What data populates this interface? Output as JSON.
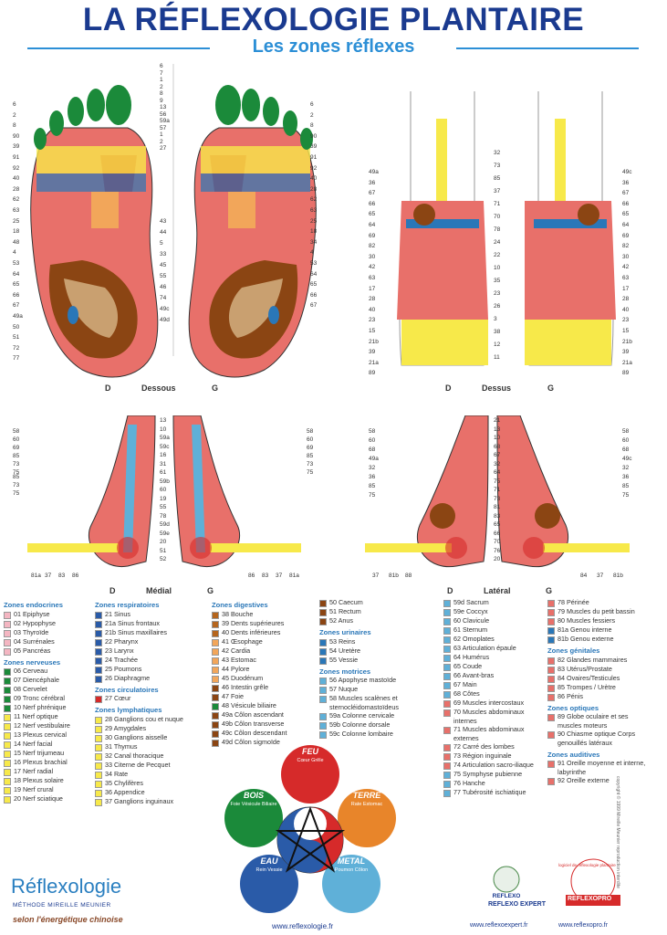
{
  "header": {
    "title": "LA RÉFLEXOLOGIE PLANTAIRE",
    "subtitle": "Les zones réflexes"
  },
  "views": {
    "dessous": {
      "label": "Dessous",
      "d": "D",
      "g": "G"
    },
    "dessus": {
      "label": "Dessus",
      "d": "D",
      "g": "G"
    },
    "medial": {
      "label": "Médial",
      "d": "D",
      "g": "G"
    },
    "lateral": {
      "label": "Latéral",
      "d": "D",
      "g": "G"
    }
  },
  "numbers": {
    "dessous_top": [
      "6",
      "7",
      "1",
      "2",
      "8",
      "9",
      "13",
      "56",
      "59a",
      "57",
      "1",
      "2",
      "27"
    ],
    "dessous_left": [
      "6",
      "2",
      "8",
      "90",
      "39",
      "91",
      "92",
      "40",
      "28",
      "62",
      "63",
      "25",
      "18",
      "48",
      "4",
      "53",
      "64",
      "65",
      "66",
      "67",
      "49a",
      "50",
      "51",
      "72",
      "77"
    ],
    "dessous_right": [
      "6",
      "2",
      "8",
      "90",
      "39",
      "91",
      "92",
      "40",
      "28",
      "62",
      "63",
      "25",
      "18",
      "34",
      "4",
      "53",
      "64",
      "65",
      "66",
      "67"
    ],
    "dessous_mid": [
      "43",
      "44",
      "5",
      "33",
      "45",
      "55",
      "46",
      "74",
      "49c",
      "49d"
    ],
    "dessus_mid": [
      "32",
      "73",
      "85",
      "37",
      "71",
      "70",
      "78",
      "24",
      "22",
      "10",
      "35",
      "23",
      "26",
      "3",
      "38",
      "12",
      "11"
    ],
    "dessus_left": [
      "49a",
      "36",
      "67",
      "66",
      "65",
      "64",
      "69",
      "82",
      "30",
      "42",
      "63",
      "17",
      "28",
      "40",
      "23",
      "15",
      "21b",
      "39",
      "21a",
      "89"
    ],
    "dessus_right": [
      "49c",
      "36",
      "67",
      "66",
      "65",
      "64",
      "69",
      "82",
      "30",
      "42",
      "63",
      "17",
      "28",
      "40",
      "23",
      "15",
      "21b",
      "39",
      "21a",
      "89"
    ],
    "medial_mid": [
      "13",
      "10",
      "59a",
      "59c",
      "16",
      "31",
      "61",
      "59b",
      "60",
      "19",
      "55",
      "78",
      "59d",
      "59e",
      "20",
      "51",
      "52"
    ],
    "medial_left": [
      "58",
      "60",
      "69",
      "85",
      "73",
      "75"
    ],
    "medial_right": [
      "58",
      "60",
      "69",
      "85",
      "73",
      "75"
    ],
    "medial_bottom_left": [
      "81a",
      "37",
      "83",
      "86"
    ],
    "medial_bottom_right": [
      "86",
      "83",
      "37",
      "81a"
    ],
    "lateral_mid": [
      "21",
      "13",
      "10",
      "68",
      "67",
      "32",
      "64",
      "75",
      "71",
      "73",
      "81",
      "83",
      "65",
      "66",
      "70",
      "76",
      "20"
    ],
    "lateral_left": [
      "58",
      "60",
      "68",
      "49a",
      "32",
      "36",
      "85",
      "75"
    ],
    "lateral_right": [
      "58",
      "60",
      "68",
      "49c",
      "32",
      "36",
      "85",
      "75"
    ],
    "lateral_bottom_left": [
      "37",
      "81b",
      "88"
    ],
    "lateral_bottom_right": [
      "84",
      "37",
      "81b"
    ]
  },
  "legend": {
    "col1": {
      "sections": [
        {
          "title": "Zones endocrines",
          "items": [
            {
              "num": "01",
              "label": "Epiphyse",
              "color": "#f4b6c2"
            },
            {
              "num": "02",
              "label": "Hypophyse",
              "color": "#f4b6c2"
            },
            {
              "num": "03",
              "label": "Thyroïde",
              "color": "#f4b6c2"
            },
            {
              "num": "04",
              "label": "Surrénales",
              "color": "#f4b6c2"
            },
            {
              "num": "05",
              "label": "Pancréas",
              "color": "#f4b6c2"
            }
          ]
        },
        {
          "title": "Zones nerveuses",
          "items": [
            {
              "num": "06",
              "label": "Cerveau",
              "color": "#1b8a3a"
            },
            {
              "num": "07",
              "label": "Diencéphale",
              "color": "#1b8a3a"
            },
            {
              "num": "08",
              "label": "Cervelet",
              "color": "#1b8a3a"
            },
            {
              "num": "09",
              "label": "Tronc cérébral",
              "color": "#1b8a3a"
            },
            {
              "num": "10",
              "label": "Nerf phrénique",
              "color": "#1b8a3a"
            },
            {
              "num": "11",
              "label": "Nerf optique",
              "color": "#f7e94a"
            },
            {
              "num": "12",
              "label": "Nerf vestibulaire",
              "color": "#f7e94a"
            },
            {
              "num": "13",
              "label": "Plexus cervical",
              "color": "#f7e94a"
            },
            {
              "num": "14",
              "label": "Nerf facial",
              "color": "#f7e94a"
            },
            {
              "num": "15",
              "label": "Nerf trijumeau",
              "color": "#f7e94a"
            },
            {
              "num": "16",
              "label": "Plexus brachial",
              "color": "#f7e94a"
            },
            {
              "num": "17",
              "label": "Nerf radial",
              "color": "#f7e94a"
            },
            {
              "num": "18",
              "label": "Plexus solaire",
              "color": "#f7e94a"
            },
            {
              "num": "19",
              "label": "Nerf crural",
              "color": "#f7e94a"
            },
            {
              "num": "20",
              "label": "Nerf sciatique",
              "color": "#f7e94a"
            }
          ]
        }
      ]
    },
    "col2": {
      "sections": [
        {
          "title": "Zones respiratoires",
          "items": [
            {
              "num": "21",
              "label": "Sinus",
              "color": "#2a5ba8"
            },
            {
              "num": "21a",
              "label": "Sinus frontaux",
              "color": "#2a5ba8"
            },
            {
              "num": "21b",
              "label": "Sinus maxillaires",
              "color": "#2a5ba8"
            },
            {
              "num": "22",
              "label": "Pharynx",
              "color": "#2a5ba8"
            },
            {
              "num": "23",
              "label": "Larynx",
              "color": "#2a5ba8"
            },
            {
              "num": "24",
              "label": "Trachée",
              "color": "#2a5ba8"
            },
            {
              "num": "25",
              "label": "Poumons",
              "color": "#2a5ba8"
            },
            {
              "num": "26",
              "label": "Diaphragme",
              "color": "#2a5ba8"
            }
          ]
        },
        {
          "title": "Zones circulatoires",
          "items": [
            {
              "num": "27",
              "label": "Cœur",
              "color": "#d62a2a"
            }
          ]
        },
        {
          "title": "Zones lymphatiques",
          "items": [
            {
              "num": "28",
              "label": "Ganglions cou et nuque",
              "color": "#f7e94a"
            },
            {
              "num": "29",
              "label": "Amygdales",
              "color": "#f7e94a"
            },
            {
              "num": "30",
              "label": "Ganglions aisselle",
              "color": "#f7e94a"
            },
            {
              "num": "31",
              "label": "Thymus",
              "color": "#f7e94a"
            },
            {
              "num": "32",
              "label": "Canal thoracique",
              "color": "#f7e94a"
            },
            {
              "num": "33",
              "label": "Citerne de Pecquet",
              "color": "#f7e94a"
            },
            {
              "num": "34",
              "label": "Rate",
              "color": "#f7e94a"
            },
            {
              "num": "35",
              "label": "Chylifères",
              "color": "#f7e94a"
            },
            {
              "num": "36",
              "label": "Appendice",
              "color": "#f7e94a"
            },
            {
              "num": "37",
              "label": "Ganglions inguinaux",
              "color": "#f7e94a"
            }
          ]
        }
      ]
    },
    "col3": {
      "sections": [
        {
          "title": "Zones digestives",
          "items": [
            {
              "num": "38",
              "label": "Bouche",
              "color": "#b5651d"
            },
            {
              "num": "39",
              "label": "Dents supérieures",
              "color": "#b5651d"
            },
            {
              "num": "40",
              "label": "Dents inférieures",
              "color": "#b5651d"
            },
            {
              "num": "41",
              "label": "Œsophage",
              "color": "#f2a65a"
            },
            {
              "num": "42",
              "label": "Cardia",
              "color": "#f2a65a"
            },
            {
              "num": "43",
              "label": "Estomac",
              "color": "#f2a65a"
            },
            {
              "num": "44",
              "label": "Pylore",
              "color": "#f2a65a"
            },
            {
              "num": "45",
              "label": "Duodénum",
              "color": "#f2a65a"
            },
            {
              "num": "46",
              "label": "Intestin grêle",
              "color": "#8b4513"
            },
            {
              "num": "47",
              "label": "Foie",
              "color": "#8b4513"
            },
            {
              "num": "48",
              "label": "Vésicule biliaire",
              "color": "#1b8a3a"
            },
            {
              "num": "49a",
              "label": "Côlon ascendant",
              "color": "#8b4513"
            },
            {
              "num": "49b",
              "label": "Côlon transverse",
              "color": "#8b4513"
            },
            {
              "num": "49c",
              "label": "Côlon descendant",
              "color": "#8b4513"
            },
            {
              "num": "49d",
              "label": "Côlon sigmoïde",
              "color": "#8b4513"
            }
          ]
        }
      ]
    },
    "col4": {
      "sections": [
        {
          "title": "",
          "items": [
            {
              "num": "50",
              "label": "Caecum",
              "color": "#8b4513"
            },
            {
              "num": "51",
              "label": "Rectum",
              "color": "#8b4513"
            },
            {
              "num": "52",
              "label": "Anus",
              "color": "#8b4513"
            }
          ]
        },
        {
          "title": "Zones urinaires",
          "items": [
            {
              "num": "53",
              "label": "Reins",
              "color": "#2a77b8"
            },
            {
              "num": "54",
              "label": "Uretère",
              "color": "#2a77b8"
            },
            {
              "num": "55",
              "label": "Vessie",
              "color": "#2a77b8"
            }
          ]
        },
        {
          "title": "Zones motrices",
          "items": [
            {
              "num": "56",
              "label": "Apophyse mastoïde",
              "color": "#5fb0d8"
            },
            {
              "num": "57",
              "label": "Nuque",
              "color": "#5fb0d8"
            },
            {
              "num": "58",
              "label": "Muscles scalènes et sternocléidomastoïdeus",
              "color": "#5fb0d8"
            },
            {
              "num": "59a",
              "label": "Colonne cervicale",
              "color": "#5fb0d8"
            },
            {
              "num": "59b",
              "label": "Colonne dorsale",
              "color": "#5fb0d8"
            },
            {
              "num": "59c",
              "label": "Colonne lombaire",
              "color": "#5fb0d8"
            }
          ]
        }
      ]
    },
    "col5": {
      "sections": [
        {
          "title": "",
          "items": [
            {
              "num": "59d",
              "label": "Sacrum",
              "color": "#5fb0d8"
            },
            {
              "num": "59e",
              "label": "Coccyx",
              "color": "#5fb0d8"
            },
            {
              "num": "60",
              "label": "Clavicule",
              "color": "#5fb0d8"
            },
            {
              "num": "61",
              "label": "Sternum",
              "color": "#5fb0d8"
            },
            {
              "num": "62",
              "label": "Omoplates",
              "color": "#5fb0d8"
            },
            {
              "num": "63",
              "label": "Articulation épaule",
              "color": "#5fb0d8"
            },
            {
              "num": "64",
              "label": "Humérus",
              "color": "#5fb0d8"
            },
            {
              "num": "65",
              "label": "Coude",
              "color": "#5fb0d8"
            },
            {
              "num": "66",
              "label": "Avant-bras",
              "color": "#5fb0d8"
            },
            {
              "num": "67",
              "label": "Main",
              "color": "#5fb0d8"
            },
            {
              "num": "68",
              "label": "Côtes",
              "color": "#5fb0d8"
            },
            {
              "num": "69",
              "label": "Muscles intercostaux",
              "color": "#e8706a"
            },
            {
              "num": "70",
              "label": "Muscles abdominaux internes",
              "color": "#e8706a"
            },
            {
              "num": "71",
              "label": "Muscles abdominaux externes",
              "color": "#e8706a"
            },
            {
              "num": "72",
              "label": "Carré des lombes",
              "color": "#e8706a"
            },
            {
              "num": "73",
              "label": "Région inguinale",
              "color": "#e8706a"
            },
            {
              "num": "74",
              "label": "Articulation sacro-iliaque",
              "color": "#e8706a"
            },
            {
              "num": "75",
              "label": "Symphyse pubienne",
              "color": "#5fb0d8"
            },
            {
              "num": "76",
              "label": "Hanche",
              "color": "#5fb0d8"
            },
            {
              "num": "77",
              "label": "Tubérosité ischiatique",
              "color": "#5fb0d8"
            }
          ]
        }
      ]
    },
    "col6": {
      "sections": [
        {
          "title": "",
          "items": [
            {
              "num": "78",
              "label": "Périnée",
              "color": "#e8706a"
            },
            {
              "num": "79",
              "label": "Muscles du petit bassin",
              "color": "#e8706a"
            },
            {
              "num": "80",
              "label": "Muscles fessiers",
              "color": "#e8706a"
            },
            {
              "num": "81a",
              "label": "Genou interne",
              "color": "#2a77b8"
            },
            {
              "num": "81b",
              "label": "Genou externe",
              "color": "#2a77b8"
            }
          ]
        },
        {
          "title": "Zones génitales",
          "items": [
            {
              "num": "82",
              "label": "Glandes mammaires",
              "color": "#e8706a"
            },
            {
              "num": "83",
              "label": "Utérus/Prostate",
              "color": "#e8706a"
            },
            {
              "num": "84",
              "label": "Ovaires/Testicules",
              "color": "#e8706a"
            },
            {
              "num": "85",
              "label": "Trompes / Urètre",
              "color": "#e8706a"
            },
            {
              "num": "86",
              "label": "Pénis",
              "color": "#e8706a"
            }
          ]
        },
        {
          "title": "Zones optiques",
          "items": [
            {
              "num": "89",
              "label": "Globe oculaire et ses muscles moteurs",
              "color": "#e8706a"
            },
            {
              "num": "90",
              "label": "Chiasme optique Corps genouillés latéraux",
              "color": "#e8706a"
            }
          ]
        },
        {
          "title": "Zones auditives",
          "items": [
            {
              "num": "91",
              "label": "Oreille moyenne et interne, labyrinthe",
              "color": "#e8706a"
            },
            {
              "num": "92",
              "label": "Oreille externe",
              "color": "#e8706a"
            }
          ]
        }
      ]
    }
  },
  "elements": {
    "feu": {
      "label": "FEU",
      "sub": "Cœur Grêle",
      "color": "#d62a2a"
    },
    "bois": {
      "label": "BOIS",
      "sub": "Foie Vésicule Biliaire",
      "color": "#1b8a3a"
    },
    "terre": {
      "label": "TERRE",
      "sub": "Rate Estomac",
      "color": "#e8852a"
    },
    "eau": {
      "label": "EAU",
      "sub": "Rein Vessie",
      "color": "#2a5ba8"
    },
    "metal": {
      "label": "METAL",
      "sub": "Poumon Côlon",
      "color": "#5fb0d8"
    }
  },
  "brand": {
    "logo": "Réflexologie",
    "sub": "MÉTHODE MIREILLE MEUNIER",
    "tag": "selon l'énergétique chinoise",
    "url": "www.reflexologie.fr",
    "expert_logo": "REFLEXO EXPERT",
    "expert_url": "www.reflexoexpert.fr",
    "pro_logo": "REFLEXOPRO",
    "pro_seal": "logiciel de réflexologie plantaire",
    "pro_url": "www.reflexopro.fr",
    "copyright": "copyright © 1999 Mireille Meunier reproduction interdite"
  },
  "colors": {
    "title": "#1a3a8f",
    "subtitle": "#2c8fd6",
    "section": "#2a77b8"
  }
}
